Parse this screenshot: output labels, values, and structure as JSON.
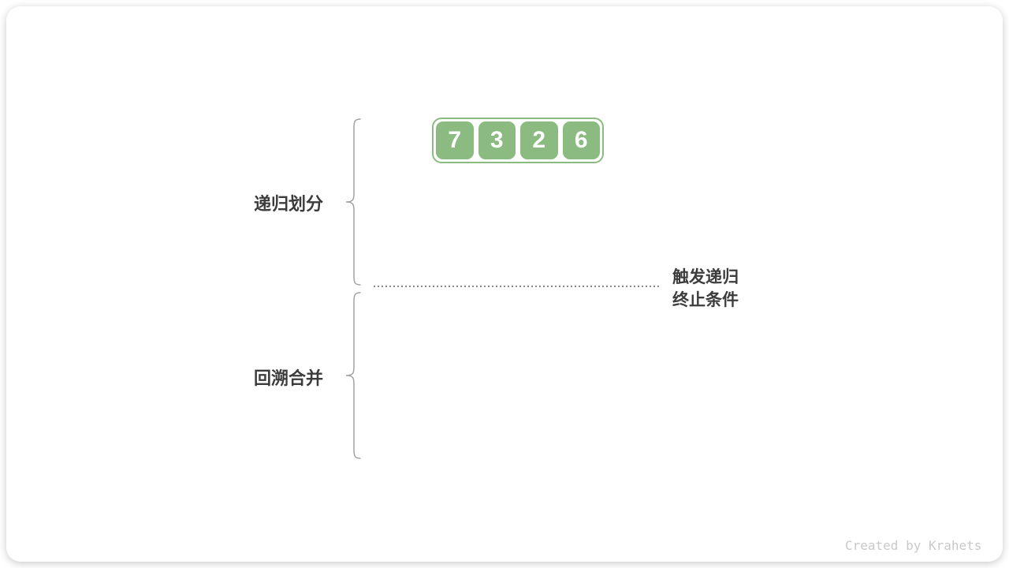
{
  "diagram": {
    "array": {
      "values": [
        "7",
        "3",
        "2",
        "6"
      ]
    },
    "labels": {
      "recursive_divide": "递归划分",
      "backtrack_merge": "回溯合并",
      "termination_line1": "触发递归",
      "termination_line2": "终止条件"
    },
    "watermark": "Created by Krahets",
    "colors": {
      "array_green": "#8bbb80",
      "label_text": "#3c3c3c",
      "brace_stroke": "#a2a2a2",
      "dotted_line": "#8a8a8a",
      "watermark_text": "#c9c9c9"
    }
  }
}
